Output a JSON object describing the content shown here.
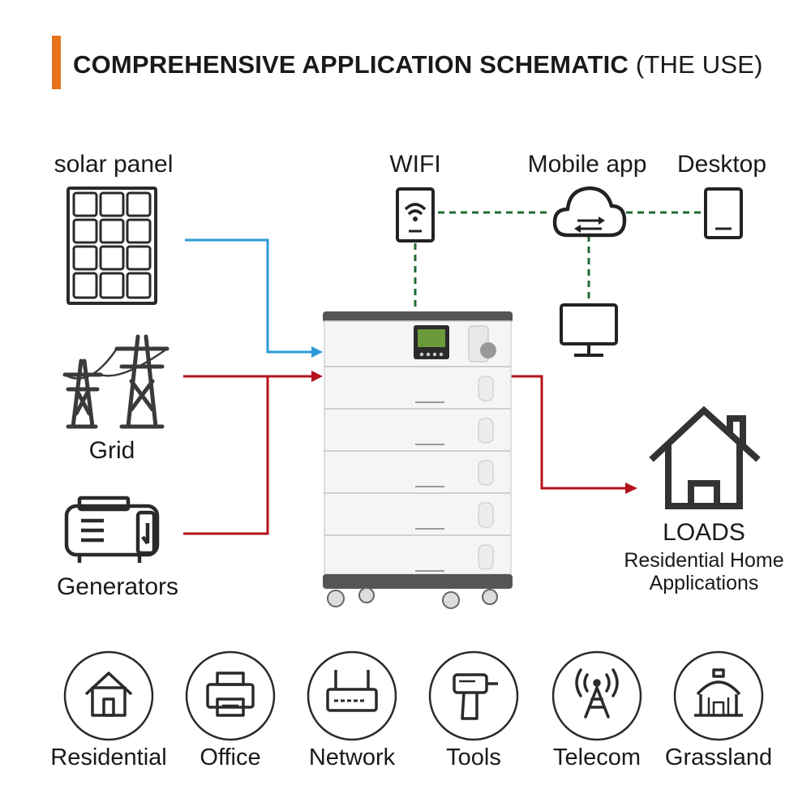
{
  "title": {
    "bold": "COMPREHENSIVE APPLICATION SCHEMATIC",
    "normal": "(THE USE)"
  },
  "colors": {
    "accent": "#e8731d",
    "solar_line": "#2b9bd6",
    "power_line": "#b5121b",
    "data_line": "#1f6b34",
    "icon": "#2a2a2a"
  },
  "sources": {
    "solar": "solar panel",
    "grid": "Grid",
    "generator": "Generators"
  },
  "monitoring": {
    "wifi": "WIFI",
    "app": "Mobile app",
    "desktop": "Desktop"
  },
  "loads": {
    "title": "LOADS",
    "line1": "Residential Home",
    "line2": "Applications"
  },
  "applications": [
    {
      "label": "Residential",
      "icon": "house-icon"
    },
    {
      "label": "Office",
      "icon": "printer-icon"
    },
    {
      "label": "Network",
      "icon": "router-icon"
    },
    {
      "label": "Tools",
      "icon": "drill-icon"
    },
    {
      "label": "Telecom",
      "icon": "antenna-icon"
    },
    {
      "label": "Grassland",
      "icon": "yurt-icon"
    }
  ]
}
